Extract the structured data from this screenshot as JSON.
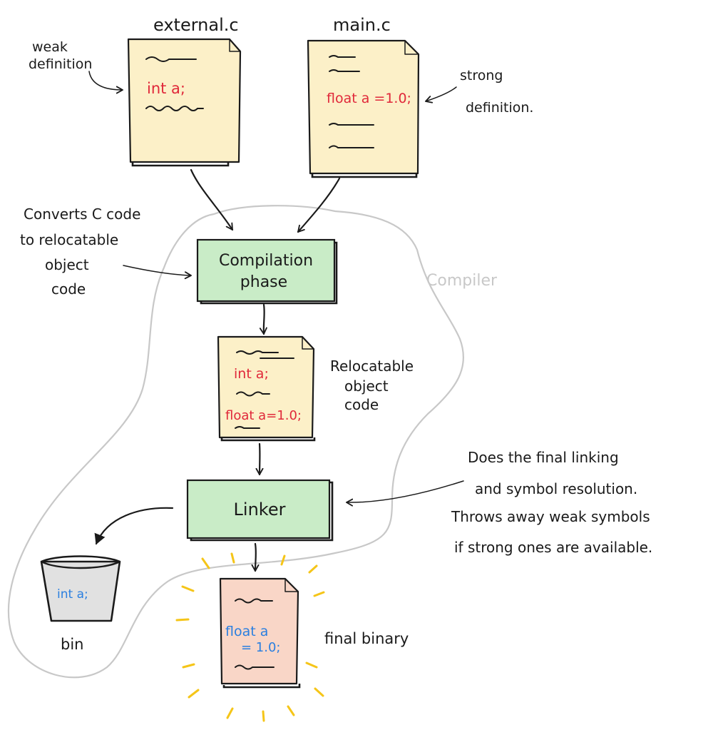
{
  "files": {
    "external_c": {
      "title": "external.c",
      "code": "int a;"
    },
    "main_c": {
      "title": "main.c",
      "code": "float a =1.0;"
    }
  },
  "annotations": {
    "weak_def_line1": "weak",
    "weak_def_line2": "definition",
    "strong_def_line1": "strong",
    "strong_def_line2": "definition.",
    "converts_line1": "Converts C code",
    "converts_line2": "to relocatable",
    "converts_line3": "object",
    "converts_line4": "code",
    "compiler_region": "Compiler",
    "relocatable_line1": "Relocatable",
    "relocatable_line2": "object",
    "relocatable_line3": "code",
    "linker_desc_line1": "Does the final linking",
    "linker_desc_line2": "and symbol resolution.",
    "linker_desc_line3": "Throws away weak symbols",
    "linker_desc_line4": "if strong ones are available."
  },
  "stages": {
    "compilation_line1": "Compilation",
    "compilation_line2": "phase",
    "linker": "Linker"
  },
  "object_code": {
    "line1": "int a;",
    "line2": "float a=1.0;"
  },
  "bin": {
    "code": "int a;",
    "label": "bin"
  },
  "final_binary": {
    "code_line1": "float a",
    "code_line2": "= 1.0;",
    "label": "final binary"
  },
  "colors": {
    "paper_yellow": "#fcf0c8",
    "paper_pink": "#f9d6c7",
    "stage_green": "#c9ecc7",
    "code_red": "#e0283a",
    "code_blue": "#2a7fe0",
    "compiler_outline": "#c8c8c8",
    "glow": "#f5c518"
  }
}
